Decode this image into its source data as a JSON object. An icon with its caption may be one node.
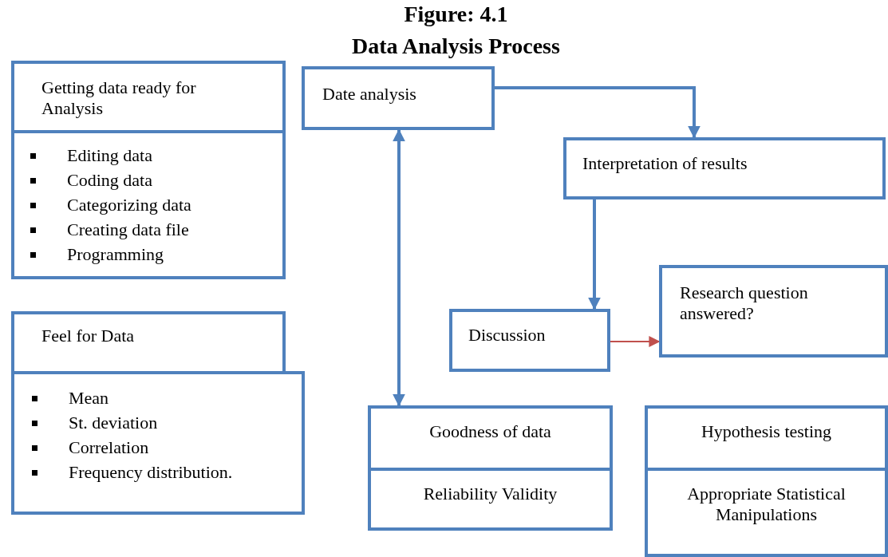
{
  "diagram": {
    "title": "Figure: 4.1",
    "caption": "Data Analysis Process",
    "nodes": [
      {
        "text": [
          "Getting data ready for Analysis"
        ]
      },
      {
        "text": [
          "Editing data",
          "Coding data",
          "Categorizing data",
          "Creating data file",
          "Programming"
        ]
      },
      {
        "text": [
          "Feel for Data"
        ]
      },
      {
        "text": [
          "Mean",
          "St. deviation",
          "Correlation",
          "Frequency distribution."
        ]
      },
      {
        "text": [
          "Date analysis"
        ]
      },
      {
        "text": [
          "Interpretation of results"
        ]
      },
      {
        "text": [
          "Research question answered?"
        ]
      },
      {
        "text": [
          "Discussion"
        ]
      },
      {
        "text": [
          "Goodness of data"
        ]
      },
      {
        "text": [
          "Reliability Validity"
        ]
      },
      {
        "text": [
          "Hypothesis testing"
        ]
      },
      {
        "text": [
          "Appropriate Statistical Manipulations"
        ]
      }
    ],
    "edges": [
      {
        "from": 4,
        "to": 5,
        "arrow": "to"
      },
      {
        "from": 5,
        "to": 7,
        "arrow": "to"
      },
      {
        "from": 4,
        "to": 8,
        "arrow": "both"
      },
      {
        "from": 7,
        "to": 6,
        "arrow": "to",
        "color": "#c0504d"
      }
    ]
  }
}
